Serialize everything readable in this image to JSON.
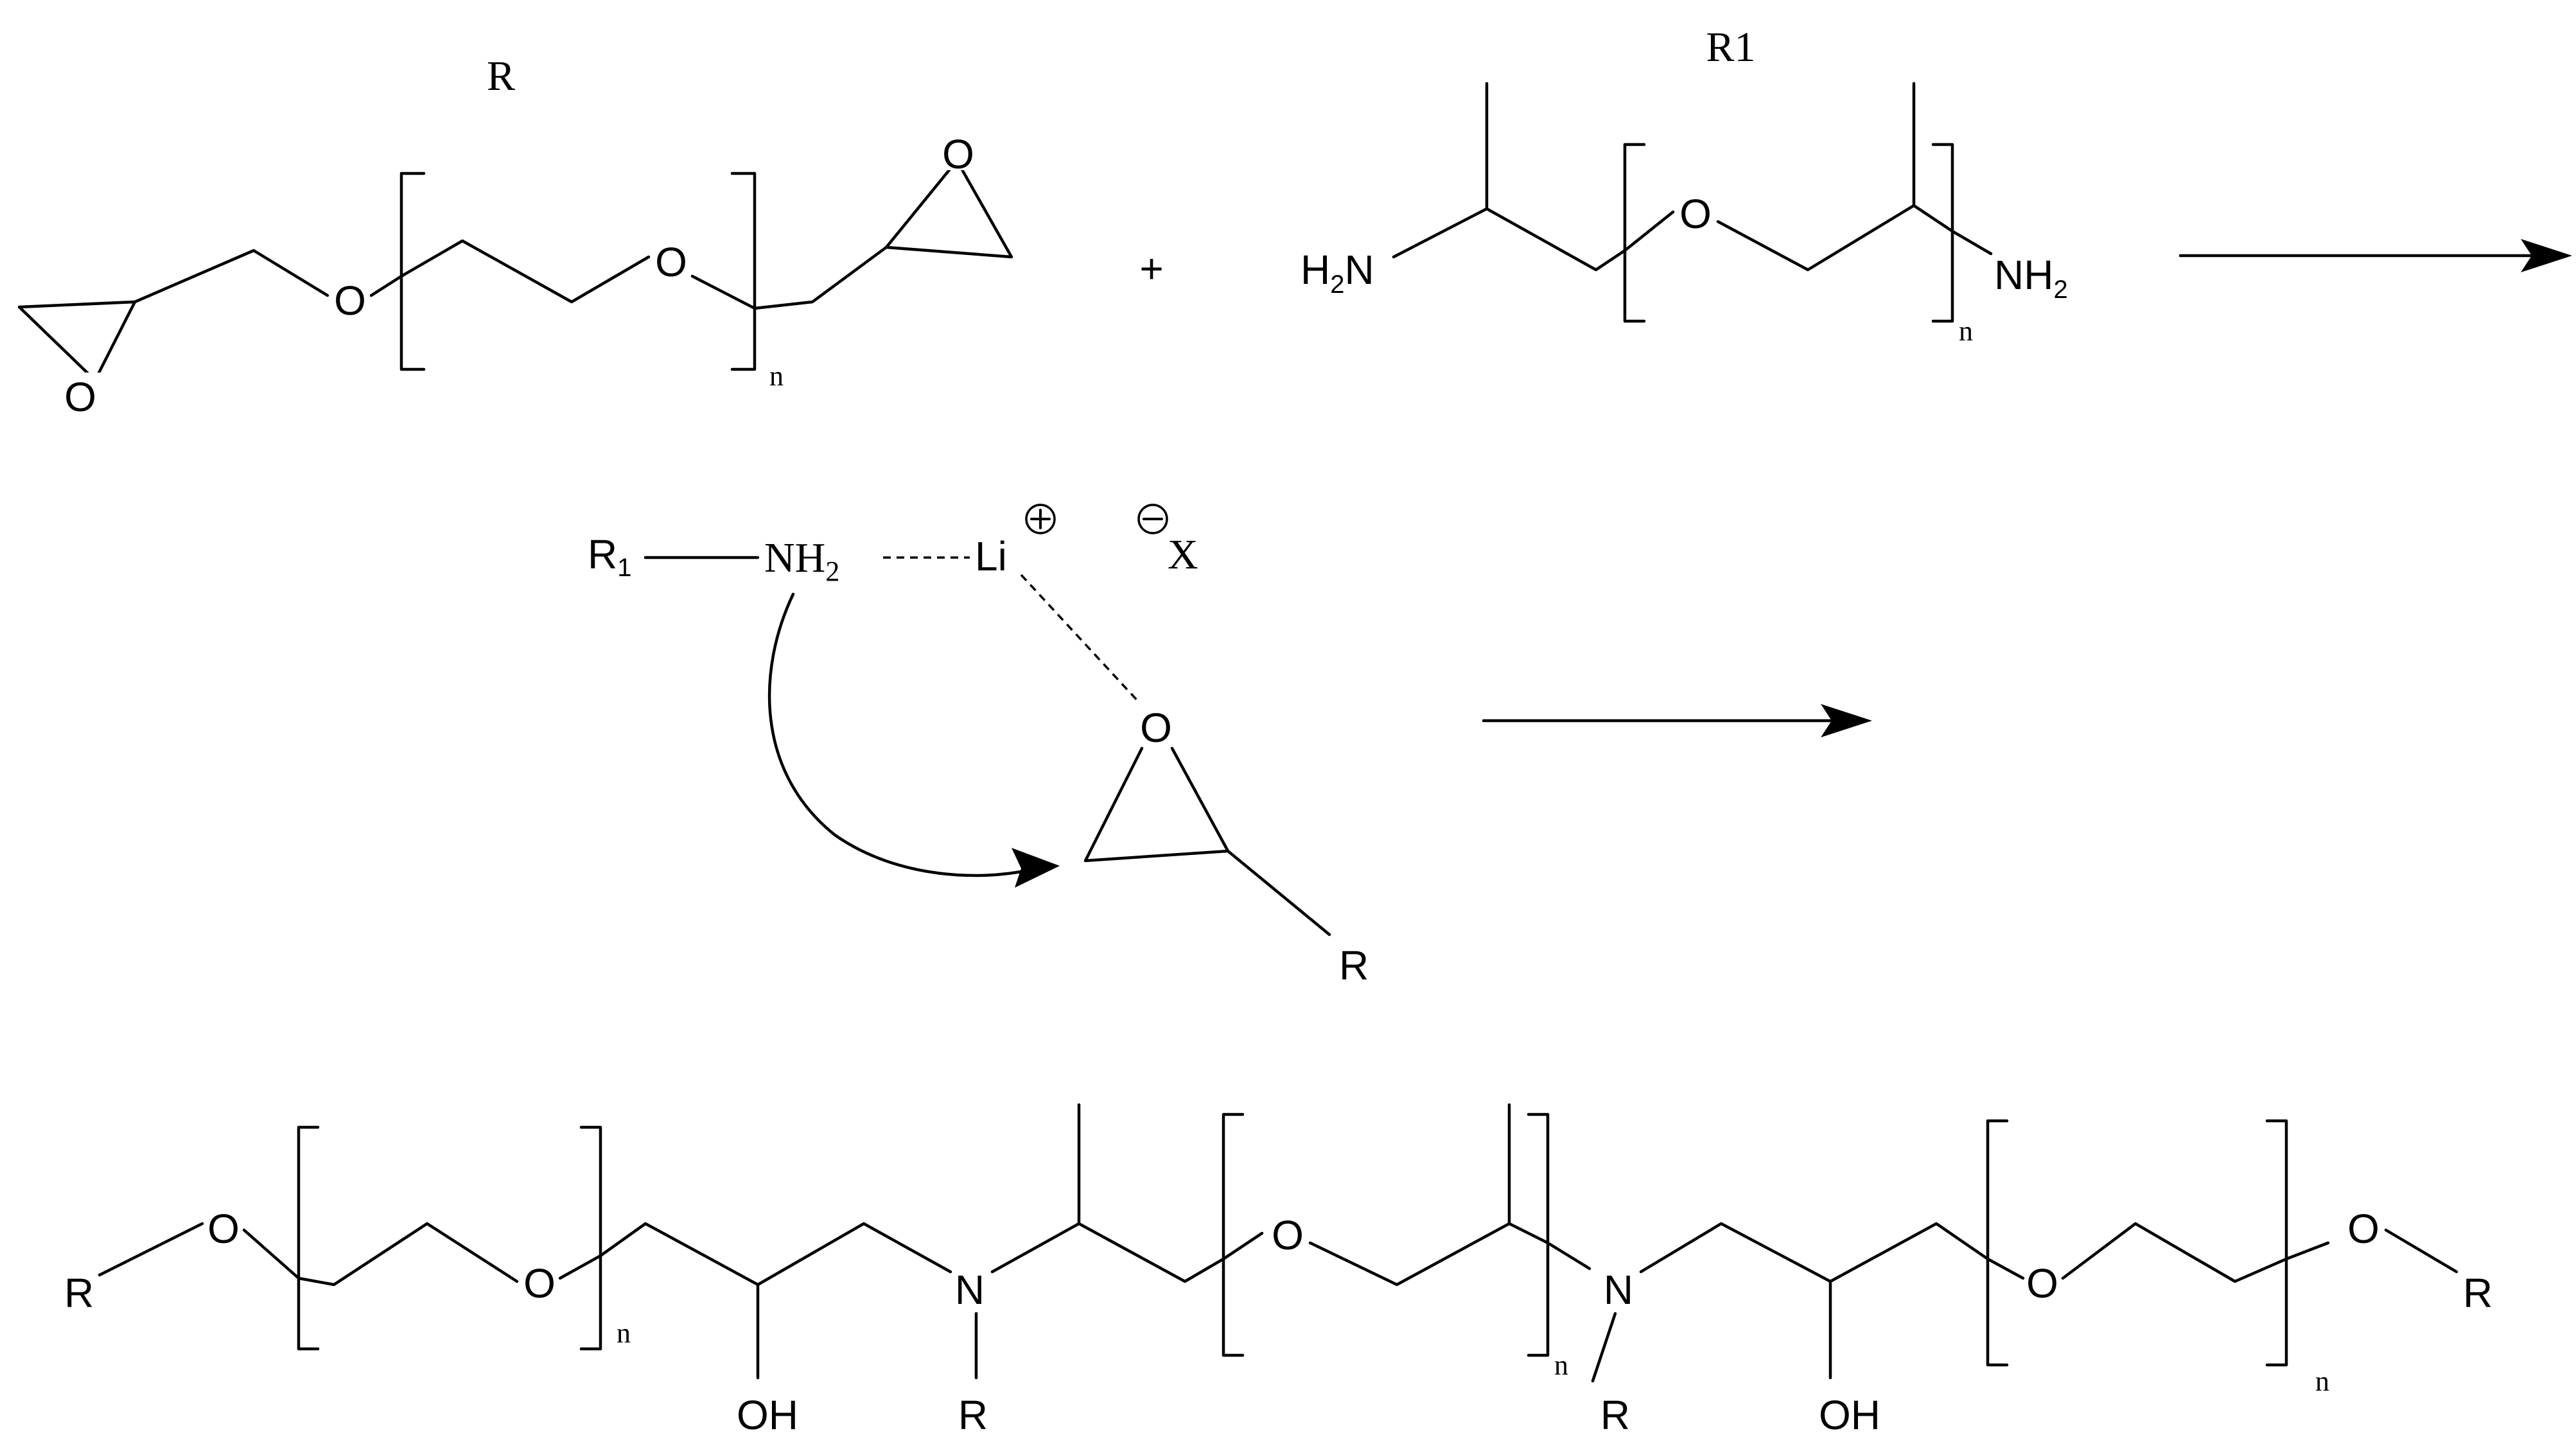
{
  "labels": {
    "R_top": "R",
    "R1_top": "R1",
    "plus": "+",
    "O": "O",
    "n": "n",
    "H2N": "H2N",
    "NH2": "NH2",
    "R1_mech": "R1",
    "NH2_mech": "NH2",
    "Li": "Li",
    "X": "X",
    "R_mech": "R",
    "R_prod": "R",
    "N": "N",
    "OH": "OH"
  },
  "colors": {
    "ink": "#000000",
    "background": "#ffffff"
  }
}
